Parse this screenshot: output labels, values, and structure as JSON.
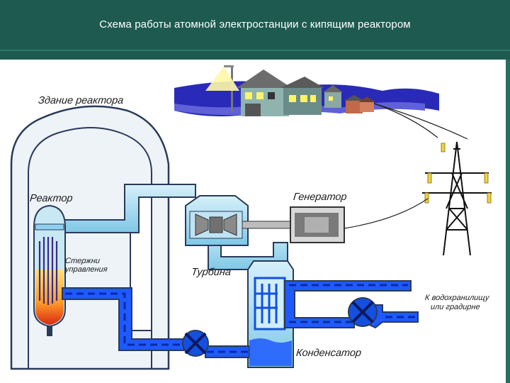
{
  "title": "Схема работы атомной электростанции с кипящим реактором",
  "labels": {
    "reactor_building": "Здание реактора",
    "reactor": "Реактор",
    "control_rods": [
      "Стержни",
      "управления"
    ],
    "turbine": "Турбина",
    "generator": "Генератор",
    "condenser": "Конденсатор",
    "to_reservoir": [
      "К водохранилищу",
      "или градирне"
    ]
  },
  "colors": {
    "header_bg": "#1e5a50",
    "steam": "#a8dcef",
    "cold_water": "#1450e0",
    "pipe_outline": "#2a3a5a",
    "building": "#eef3f7"
  }
}
